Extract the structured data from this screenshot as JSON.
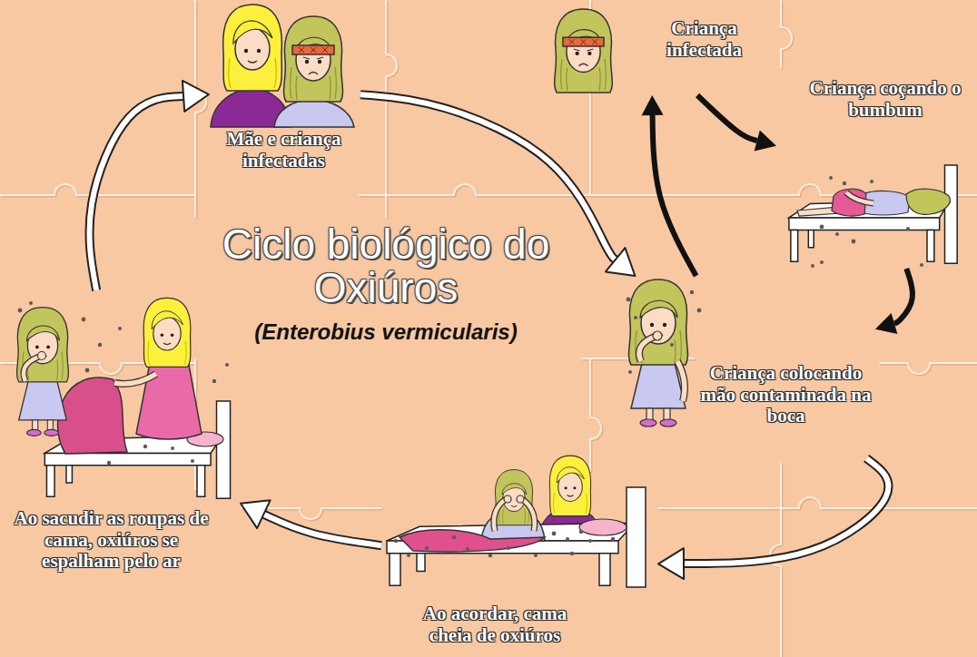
{
  "diagram": {
    "title": "Ciclo biológico do Oxiúros",
    "nodes": [
      {
        "text": [
          "Mãe e criança infectadas"
        ]
      },
      {
        "text": [
          "Criança infectada"
        ]
      },
      {
        "text": [
          "Criança coçando o bumbum"
        ]
      },
      {
        "text": [
          "Criança colocando mão contaminada na boca"
        ]
      },
      {
        "text": [
          "Ao sacudir as roupas de cama, oxiúros se espalham pelo ar"
        ]
      },
      {
        "text": [
          "Ao acordar, cama cheia de oxiúros"
        ]
      }
    ],
    "edges": [
      {
        "from": 1,
        "to": 2,
        "arrow": "to"
      },
      {
        "from": 2,
        "to": 3,
        "arrow": "to"
      },
      {
        "from": 3,
        "to": 1,
        "arrow": "to"
      },
      {
        "from": 3,
        "to": 5,
        "arrow": "to"
      },
      {
        "from": 5,
        "to": 4,
        "arrow": "to"
      },
      {
        "from": 4,
        "to": 0,
        "arrow": "to"
      },
      {
        "from": 0,
        "to": 3,
        "arrow": "to"
      }
    ],
    "labels": [
      "(Enterobius vermicularis)"
    ]
  }
}
